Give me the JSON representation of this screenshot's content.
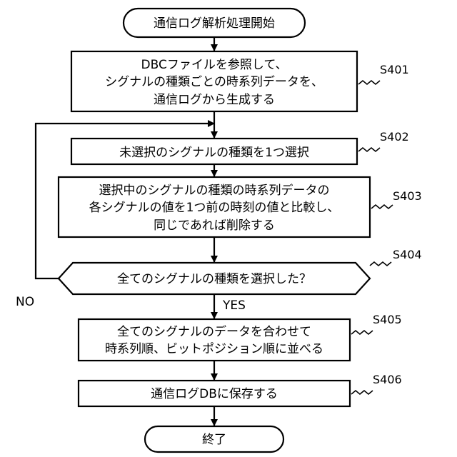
{
  "start": {
    "text": "通信ログ解析処理開始"
  },
  "steps": [
    {
      "id": "S401",
      "lines": [
        "DBCファイルを参照して、",
        "シグナルの種類ごとの時系列データを、",
        "通信ログから生成する"
      ]
    },
    {
      "id": "S402",
      "lines": [
        "未選択のシグナルの種類を1つ選択"
      ]
    },
    {
      "id": "S403",
      "lines": [
        "選択中のシグナルの種類の時系列データの",
        "各シグナルの値を1つ前の時刻の値と比較し、",
        "同じであれば削除する"
      ]
    },
    {
      "id": "S404",
      "lines": [
        "全てのシグナルの種類を選択した？"
      ]
    },
    {
      "id": "S405",
      "lines": [
        "全てのシグナルのデータを合わせて",
        "時系列順、ビットポジション順に並べる"
      ]
    },
    {
      "id": "S406",
      "lines": [
        "通信ログDBに保存する"
      ]
    }
  ],
  "branches": {
    "no": "NO",
    "yes": "YES"
  },
  "end": {
    "text": "終了"
  }
}
